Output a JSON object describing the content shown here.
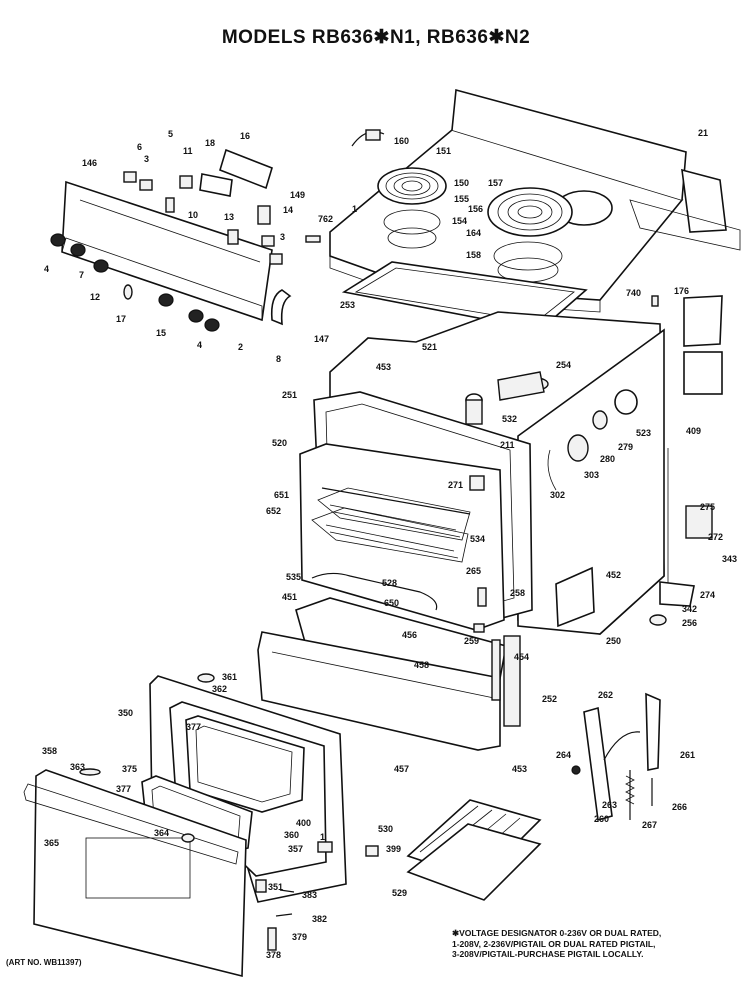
{
  "title": "MODELS RB636✱N1, RB636✱N2",
  "footnote": {
    "line1": "✱VOLTAGE DESIGNATOR 0-236V OR DUAL RATED,",
    "line2": "1-208V, 2-236V/PIGTAIL OR DUAL RATED PIGTAIL,",
    "line3": "3-208V/PIGTAIL-PURCHASE PIGTAIL LOCALLY."
  },
  "art_number": "(ART NO. WB11397)",
  "parts": {
    "p146": "146",
    "p6": "6",
    "p5": "5",
    "p3a": "3",
    "p11": "11",
    "p18": "18",
    "p16": "16",
    "p10": "10",
    "p13": "13",
    "p149": "149",
    "p14": "14",
    "p3b": "3",
    "p762": "762",
    "p4a": "4",
    "p7": "7",
    "p12": "12",
    "p17": "17",
    "p15": "15",
    "p4b": "4",
    "p2": "2",
    "p8": "8",
    "p147": "147",
    "p160": "160",
    "p151": "151",
    "p150": "150",
    "p155": "155",
    "p154": "154",
    "p1": "1",
    "p157": "157",
    "p156": "156",
    "p164": "164",
    "p158": "158",
    "p21": "21",
    "p253": "253",
    "p740": "740",
    "p176": "176",
    "p521": "521",
    "p453a": "453",
    "p254": "254",
    "p251": "251",
    "p532": "532",
    "p211": "211",
    "p520": "520",
    "p523": "523",
    "p409": "409",
    "p279": "279",
    "p280": "280",
    "p303": "303",
    "p271": "271",
    "p651": "651",
    "p652": "652",
    "p302": "302",
    "p534": "534",
    "p275": "275",
    "p272": "272",
    "p343": "343",
    "p535": "535",
    "p528": "528",
    "p265": "265",
    "p452": "452",
    "p451": "451",
    "p650": "650",
    "p258": "258",
    "p274": "274",
    "p342": "342",
    "p256": "256",
    "p456": "456",
    "p259": "259",
    "p250": "250",
    "p458": "458",
    "p454": "454",
    "p361": "361",
    "p362": "362",
    "p252": "252",
    "p262": "262",
    "p350": "350",
    "p377a": "377",
    "p261": "261",
    "p264": "264",
    "p358": "358",
    "p363": "363",
    "p375": "375",
    "p457": "457",
    "p453b": "453",
    "p377b": "377",
    "p263": "263",
    "p266": "266",
    "p400": "400",
    "p260": "260",
    "p267": "267",
    "p364": "364",
    "p360": "360",
    "p530": "530",
    "p365": "365",
    "p357": "357",
    "p1b": "1",
    "p399": "399",
    "p351": "351",
    "p383": "383",
    "p529": "529",
    "p382": "382",
    "p379": "379",
    "p378": "378"
  }
}
